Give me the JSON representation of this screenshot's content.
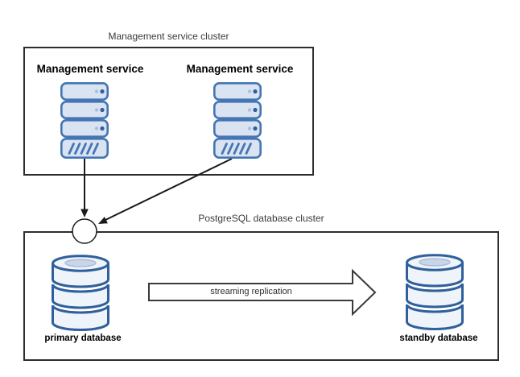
{
  "management_cluster": {
    "title": "Management service cluster",
    "nodes": [
      {
        "label": "Management service"
      },
      {
        "label": "Management service"
      }
    ]
  },
  "postgres_cluster": {
    "title": "PostgreSQL database cluster",
    "primary": {
      "label": "primary database"
    },
    "standby": {
      "label": "standby database"
    },
    "replication": {
      "label": "streaming replication"
    }
  },
  "colors": {
    "box_border": "#2d2d2d",
    "server_stroke": "#4576b4",
    "server_fill": "#dae3f1",
    "server_dot_dark": "#2f5f9e",
    "server_dot_light": "#a9c0dc",
    "database_stroke": "#30609c",
    "database_fill": "#eff3fa",
    "database_inner_ellipse": "#c9d5e8",
    "connector_line": "#1a1a1a",
    "block_arrow_border": "#3a3a3a"
  }
}
